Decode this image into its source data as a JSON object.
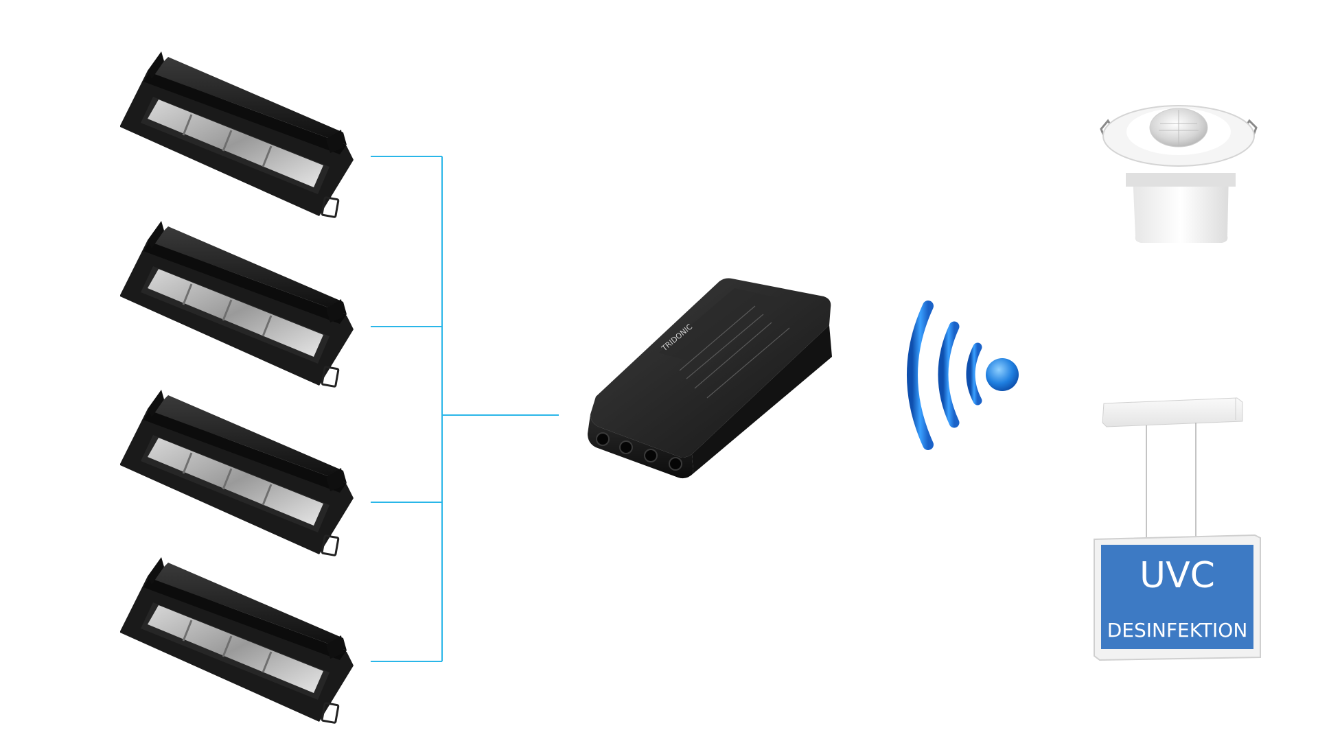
{
  "colors": {
    "background": "#ffffff",
    "connector_line": "#29b6e8",
    "luminaire_body": "#161616",
    "driver_body": "#1c1c1c",
    "wireless_blue": "#1f6fd6",
    "sensor_white": "#f3f3f3",
    "uvc_panel_blue": "#3d7ac4"
  },
  "nodes": {
    "luminaires": [
      {
        "icon": "linear-downlight-icon"
      },
      {
        "icon": "linear-downlight-icon"
      },
      {
        "icon": "linear-downlight-icon"
      },
      {
        "icon": "linear-downlight-icon"
      }
    ],
    "driver": {
      "icon": "led-driver-icon",
      "brand": "TRIDONIC"
    },
    "wireless": {
      "icon": "wireless-signal-icon"
    },
    "sensor": {
      "icon": "motion-sensor-icon"
    },
    "uvc_unit": {
      "icon": "uvc-disinfection-icon",
      "title": "UVC",
      "subtitle": "DESINFEKTION"
    }
  }
}
